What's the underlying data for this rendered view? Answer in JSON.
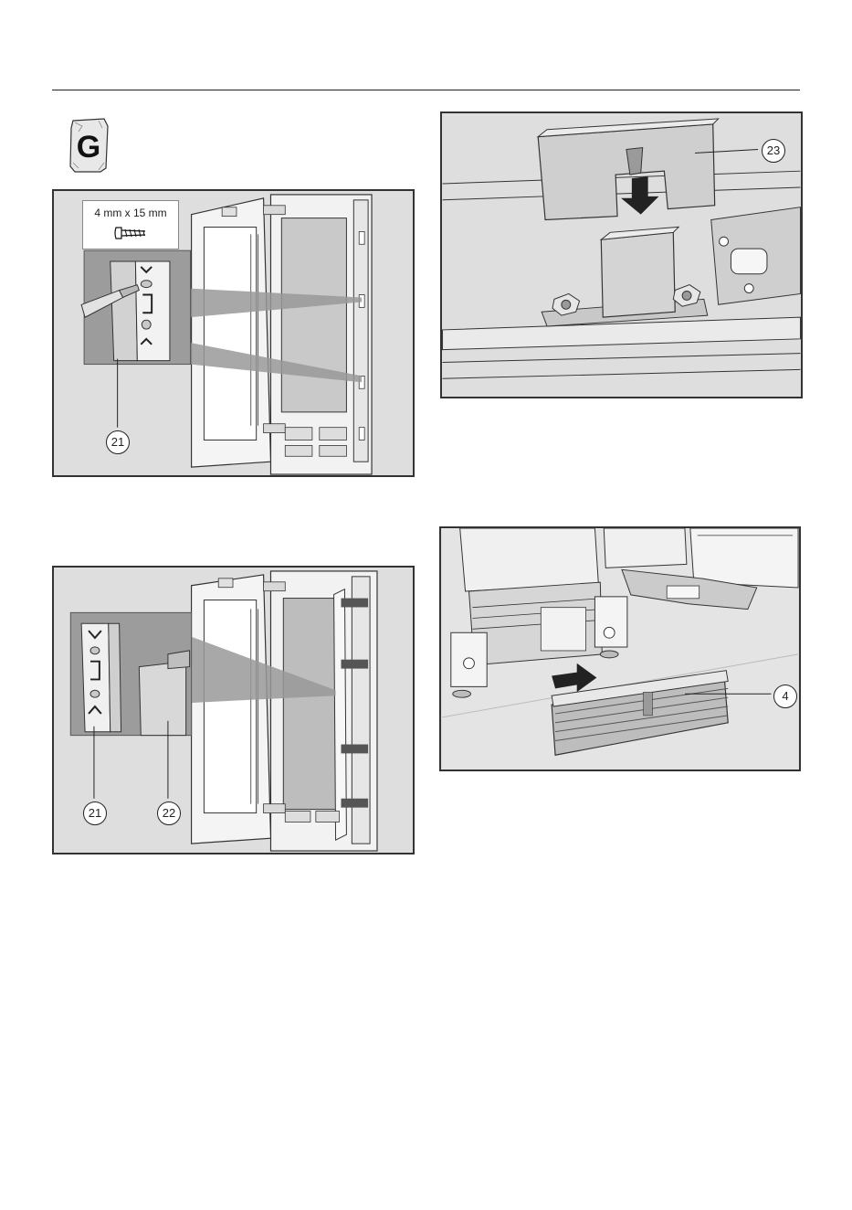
{
  "header": {
    "kit_letter": "G"
  },
  "figure1": {
    "screw_size": "4 mm x 15 mm",
    "callout": "21"
  },
  "figure2": {
    "callouts": [
      "21",
      "22"
    ]
  },
  "figure3": {
    "callout": "23"
  },
  "figure4": {
    "callout": "4"
  }
}
